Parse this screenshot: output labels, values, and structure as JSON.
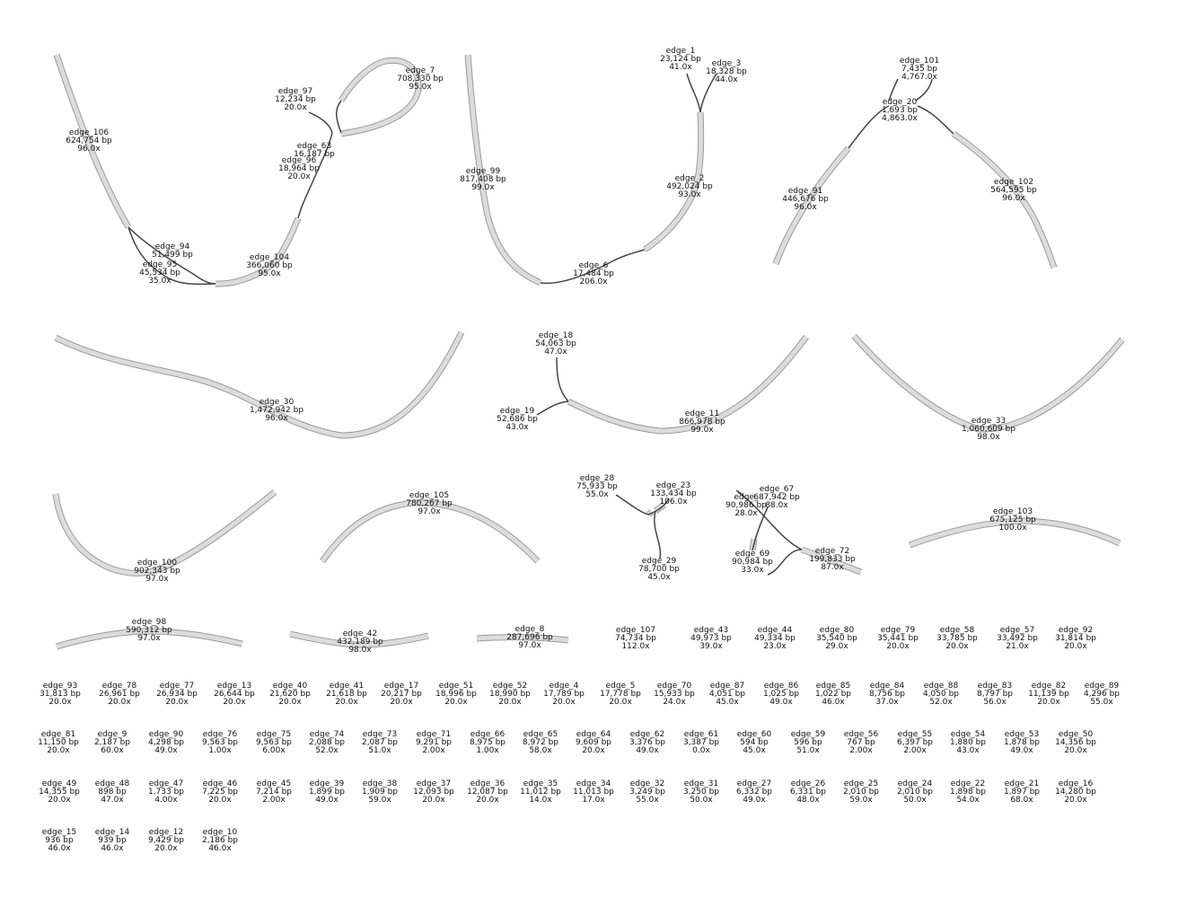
{
  "edges": [
    {
      "id": "edge_106",
      "name": "edge_106",
      "length": "624,754 bp",
      "depth": "96.0x"
    },
    {
      "id": "edge_97",
      "name": "edge_97",
      "length": "12,234 bp",
      "depth": "20.0x"
    },
    {
      "id": "edge_7",
      "name": "edge_7",
      "length": "708,330 bp",
      "depth": "95.0x"
    },
    {
      "id": "edge_63",
      "name": "edge_63",
      "length": "16,187 bp",
      "depth": ""
    },
    {
      "id": "edge_96",
      "name": "edge_96",
      "length": "18,964 bp",
      "depth": "20.0x"
    },
    {
      "id": "edge_94",
      "name": "edge_94",
      "length": "51,499 bp",
      "depth": ""
    },
    {
      "id": "edge_95",
      "name": "edge_95",
      "length": "45,534 bp",
      "depth": "35.0x"
    },
    {
      "id": "edge_104",
      "name": "edge_104",
      "length": "366,060 bp",
      "depth": "95.0x"
    },
    {
      "id": "edge_99",
      "name": "edge_99",
      "length": "817,408 bp",
      "depth": "99.0x"
    },
    {
      "id": "edge_1",
      "name": "edge_1",
      "length": "23,124 bp",
      "depth": "41.0x"
    },
    {
      "id": "edge_3",
      "name": "edge_3",
      "length": "18,328 bp",
      "depth": "44.0x"
    },
    {
      "id": "edge_2",
      "name": "edge_2",
      "length": "492,024 bp",
      "depth": "93.0x"
    },
    {
      "id": "edge_6",
      "name": "edge_6",
      "length": "17,484 bp",
      "depth": "206.0x"
    },
    {
      "id": "edge_101",
      "name": "edge_101",
      "length": "7,435 bp",
      "depth": "4,767.0x"
    },
    {
      "id": "edge_20",
      "name": "edge_20",
      "length": "1,693 bp",
      "depth": "4,863.0x"
    },
    {
      "id": "edge_91",
      "name": "edge_91",
      "length": "446,676 bp",
      "depth": "96.0x"
    },
    {
      "id": "edge_102",
      "name": "edge_102",
      "length": "564,595 bp",
      "depth": "96.0x"
    },
    {
      "id": "edge_30",
      "name": "edge_30",
      "length": "1,472,942 bp",
      "depth": "96.0x"
    },
    {
      "id": "edge_18",
      "name": "edge_18",
      "length": "54,063 bp",
      "depth": "47.0x"
    },
    {
      "id": "edge_19",
      "name": "edge_19",
      "length": "52,686 bp",
      "depth": "43.0x"
    },
    {
      "id": "edge_11",
      "name": "edge_11",
      "length": "866,978 bp",
      "depth": "99.0x"
    },
    {
      "id": "edge_33",
      "name": "edge_33",
      "length": "1,060,609 bp",
      "depth": "98.0x"
    },
    {
      "id": "edge_100",
      "name": "edge_100",
      "length": "902,343 bp",
      "depth": "97.0x"
    },
    {
      "id": "edge_105",
      "name": "edge_105",
      "length": "780,267 bp",
      "depth": "97.0x"
    },
    {
      "id": "edge_28",
      "name": "edge_28",
      "length": "75,933 bp",
      "depth": "55.0x"
    },
    {
      "id": "edge_23",
      "name": "edge_23",
      "length": "133,434 bp",
      "depth": "106.0x"
    },
    {
      "id": "edge_29",
      "name": "edge_29",
      "length": "78,700 bp",
      "depth": "45.0x"
    },
    {
      "id": "edge_67",
      "name": "edge_67",
      "length": "687,942 bp",
      "depth": "88.0x"
    },
    {
      "id": "edge_68",
      "name": "edge_",
      "length": "90,986 bp",
      "depth": "28.0x"
    },
    {
      "id": "edge_69",
      "name": "edge_69",
      "length": "90,984 bp",
      "depth": "33.0x"
    },
    {
      "id": "edge_72",
      "name": "edge_72",
      "length": "199,833 bp",
      "depth": "87.0x"
    },
    {
      "id": "edge_103",
      "name": "edge_103",
      "length": "675,125 bp",
      "depth": "100.0x"
    },
    {
      "id": "edge_98",
      "name": "edge_98",
      "length": "590,312 bp",
      "depth": "97.0x"
    },
    {
      "id": "edge_42",
      "name": "edge_42",
      "length": "432,189 bp",
      "depth": "98.0x"
    },
    {
      "id": "edge_8",
      "name": "edge_8",
      "length": "287,696 bp",
      "depth": "97.0x"
    },
    {
      "id": "edge_107",
      "name": "edge_107",
      "length": "74,734 bp",
      "depth": "112.0x"
    },
    {
      "id": "edge_43",
      "name": "edge_43",
      "length": "49,973 bp",
      "depth": "39.0x"
    },
    {
      "id": "edge_44",
      "name": "edge_44",
      "length": "49,334 bp",
      "depth": "23.0x"
    },
    {
      "id": "edge_80",
      "name": "edge_80",
      "length": "35,540 bp",
      "depth": "29.0x"
    },
    {
      "id": "edge_79",
      "name": "edge_79",
      "length": "35,441 bp",
      "depth": "20.0x"
    },
    {
      "id": "edge_58",
      "name": "edge_58",
      "length": "33,785 bp",
      "depth": "20.0x"
    },
    {
      "id": "edge_57",
      "name": "edge_57",
      "length": "33,492 bp",
      "depth": "21.0x"
    },
    {
      "id": "edge_92",
      "name": "edge_92",
      "length": "31,814 bp",
      "depth": "20.0x"
    },
    {
      "id": "edge_93",
      "name": "edge_93",
      "length": "31,813 bp",
      "depth": "20.0x"
    },
    {
      "id": "edge_78",
      "name": "edge_78",
      "length": "26,961 bp",
      "depth": "20.0x"
    },
    {
      "id": "edge_77",
      "name": "edge_77",
      "length": "26,934 bp",
      "depth": "20.0x"
    },
    {
      "id": "edge_13",
      "name": "edge_13",
      "length": "26,644 bp",
      "depth": "20.0x"
    },
    {
      "id": "edge_40",
      "name": "edge_40",
      "length": "21,620 bp",
      "depth": "20.0x"
    },
    {
      "id": "edge_41",
      "name": "edge_41",
      "length": "21,618 bp",
      "depth": "20.0x"
    },
    {
      "id": "edge_17",
      "name": "edge_17",
      "length": "20,217 bp",
      "depth": "20.0x"
    },
    {
      "id": "edge_51",
      "name": "edge_51",
      "length": "18,996 bp",
      "depth": "20.0x"
    },
    {
      "id": "edge_52",
      "name": "edge_52",
      "length": "18,990 bp",
      "depth": "20.0x"
    },
    {
      "id": "edge_4",
      "name": "edge_4",
      "length": "17,789 bp",
      "depth": "20.0x"
    },
    {
      "id": "edge_5",
      "name": "edge_5",
      "length": "17,778 bp",
      "depth": "20.0x"
    },
    {
      "id": "edge_70",
      "name": "edge_70",
      "length": "15,933 bp",
      "depth": "24.0x"
    },
    {
      "id": "edge_87",
      "name": "edge_87",
      "length": "4,051 bp",
      "depth": "45.0x"
    },
    {
      "id": "edge_86",
      "name": "edge_86",
      "length": "1,025 bp",
      "depth": "49.0x"
    },
    {
      "id": "edge_85",
      "name": "edge_85",
      "length": "1,022 bp",
      "depth": "46.0x"
    },
    {
      "id": "edge_84",
      "name": "edge_84",
      "length": "8,756 bp",
      "depth": "37.0x"
    },
    {
      "id": "edge_88",
      "name": "edge_88",
      "length": "4,050 bp",
      "depth": "52.0x"
    },
    {
      "id": "edge_83",
      "name": "edge_83",
      "length": "8,797 bp",
      "depth": "56.0x"
    },
    {
      "id": "edge_82",
      "name": "edge_82",
      "length": "11,139 bp",
      "depth": "20.0x"
    },
    {
      "id": "edge_89",
      "name": "edge_89",
      "length": "4,296 bp",
      "depth": "55.0x"
    },
    {
      "id": "edge_81",
      "name": "edge_81",
      "length": "11,150 bp",
      "depth": "20.0x"
    },
    {
      "id": "edge_9",
      "name": "edge_9",
      "length": "2,187 bp",
      "depth": "60.0x"
    },
    {
      "id": "edge_90",
      "name": "edge_90",
      "length": "4,298 bp",
      "depth": "49.0x"
    },
    {
      "id": "edge_76",
      "name": "edge_76",
      "length": "9,563 bp",
      "depth": "1.00x"
    },
    {
      "id": "edge_75",
      "name": "edge_75",
      "length": "9,563 bp",
      "depth": "6.00x"
    },
    {
      "id": "edge_74",
      "name": "edge_74",
      "length": "2,088 bp",
      "depth": "52.0x"
    },
    {
      "id": "edge_73",
      "name": "edge_73",
      "length": "2,087 bp",
      "depth": "51.0x"
    },
    {
      "id": "edge_71",
      "name": "edge_71",
      "length": "9,291 bp",
      "depth": "2.00x"
    },
    {
      "id": "edge_66",
      "name": "edge_66",
      "length": "8,975 bp",
      "depth": "1.00x"
    },
    {
      "id": "edge_65",
      "name": "edge_65",
      "length": "8,972 bp",
      "depth": "58.0x"
    },
    {
      "id": "edge_64",
      "name": "edge_64",
      "length": "9,609 bp",
      "depth": "20.0x"
    },
    {
      "id": "edge_62",
      "name": "edge_62",
      "length": "3,376 bp",
      "depth": "49.0x"
    },
    {
      "id": "edge_61",
      "name": "edge_61",
      "length": "3,387 bp",
      "depth": "0.0x"
    },
    {
      "id": "edge_60",
      "name": "edge_60",
      "length": "594 bp",
      "depth": "45.0x"
    },
    {
      "id": "edge_59",
      "name": "edge_59",
      "length": "596 bp",
      "depth": "51.0x"
    },
    {
      "id": "edge_56",
      "name": "edge_56",
      "length": "767 bp",
      "depth": "2.00x"
    },
    {
      "id": "edge_55",
      "name": "edge_55",
      "length": "6,397 bp",
      "depth": "2.00x"
    },
    {
      "id": "edge_54",
      "name": "edge_54",
      "length": "1,880 bp",
      "depth": "43.0x"
    },
    {
      "id": "edge_53",
      "name": "edge_53",
      "length": "1,878 bp",
      "depth": "49.0x"
    },
    {
      "id": "edge_50",
      "name": "edge_50",
      "length": "14,356 bp",
      "depth": "20.0x"
    },
    {
      "id": "edge_49",
      "name": "edge_49",
      "length": "14,355 bp",
      "depth": "20.0x"
    },
    {
      "id": "edge_48",
      "name": "edge_48",
      "length": "898 bp",
      "depth": "47.0x"
    },
    {
      "id": "edge_47",
      "name": "edge_47",
      "length": "1,733 bp",
      "depth": "4.00x"
    },
    {
      "id": "edge_46",
      "name": "edge_46",
      "length": "7,225 bp",
      "depth": "20.0x"
    },
    {
      "id": "edge_45",
      "name": "edge_45",
      "length": "7,214 bp",
      "depth": "2.00x"
    },
    {
      "id": "edge_39",
      "name": "edge_39",
      "length": "1,899 bp",
      "depth": "49.0x"
    },
    {
      "id": "edge_38",
      "name": "edge_38",
      "length": "1,909 bp",
      "depth": "59.0x"
    },
    {
      "id": "edge_37",
      "name": "edge_37",
      "length": "12,093 bp",
      "depth": "20.0x"
    },
    {
      "id": "edge_36",
      "name": "edge_36",
      "length": "12,087 bp",
      "depth": "20.0x"
    },
    {
      "id": "edge_35",
      "name": "edge_35",
      "length": "11,012 bp",
      "depth": "14.0x"
    },
    {
      "id": "edge_34",
      "name": "edge_34",
      "length": "11,013 bp",
      "depth": "17.0x"
    },
    {
      "id": "edge_32",
      "name": "edge_32",
      "length": "3,249 bp",
      "depth": "55.0x"
    },
    {
      "id": "edge_31",
      "name": "edge_31",
      "length": "3,250 bp",
      "depth": "50.0x"
    },
    {
      "id": "edge_27",
      "name": "edge_27",
      "length": "6,332 bp",
      "depth": "49.0x"
    },
    {
      "id": "edge_26",
      "name": "edge_26",
      "length": "6,331 bp",
      "depth": "48.0x"
    },
    {
      "id": "edge_25",
      "name": "edge_25",
      "length": "2,010 bp",
      "depth": "59.0x"
    },
    {
      "id": "edge_24",
      "name": "edge_24",
      "length": "2,010 bp",
      "depth": "50.0x"
    },
    {
      "id": "edge_22",
      "name": "edge_22",
      "length": "1,898 bp",
      "depth": "54.0x"
    },
    {
      "id": "edge_21",
      "name": "edge_21",
      "length": "1,897 bp",
      "depth": "68.0x"
    },
    {
      "id": "edge_16",
      "name": "edge_16",
      "length": "14,280 bp",
      "depth": "20.0x"
    },
    {
      "id": "edge_15",
      "name": "edge_15",
      "length": "936 bp",
      "depth": "46.0x"
    },
    {
      "id": "edge_14",
      "name": "edge_14",
      "length": "939 bp",
      "depth": "46.0x"
    },
    {
      "id": "edge_12",
      "name": "edge_12",
      "length": "9,429 bp",
      "depth": "20.0x"
    },
    {
      "id": "edge_10",
      "name": "edge_10",
      "length": "2,186 bp",
      "depth": "46.0x"
    }
  ],
  "colors": {
    "segment_fill": "#dcdcdc",
    "segment_outline": "#9a9a9a",
    "link": "#444444",
    "text": "#111111",
    "background": "#ffffff"
  }
}
